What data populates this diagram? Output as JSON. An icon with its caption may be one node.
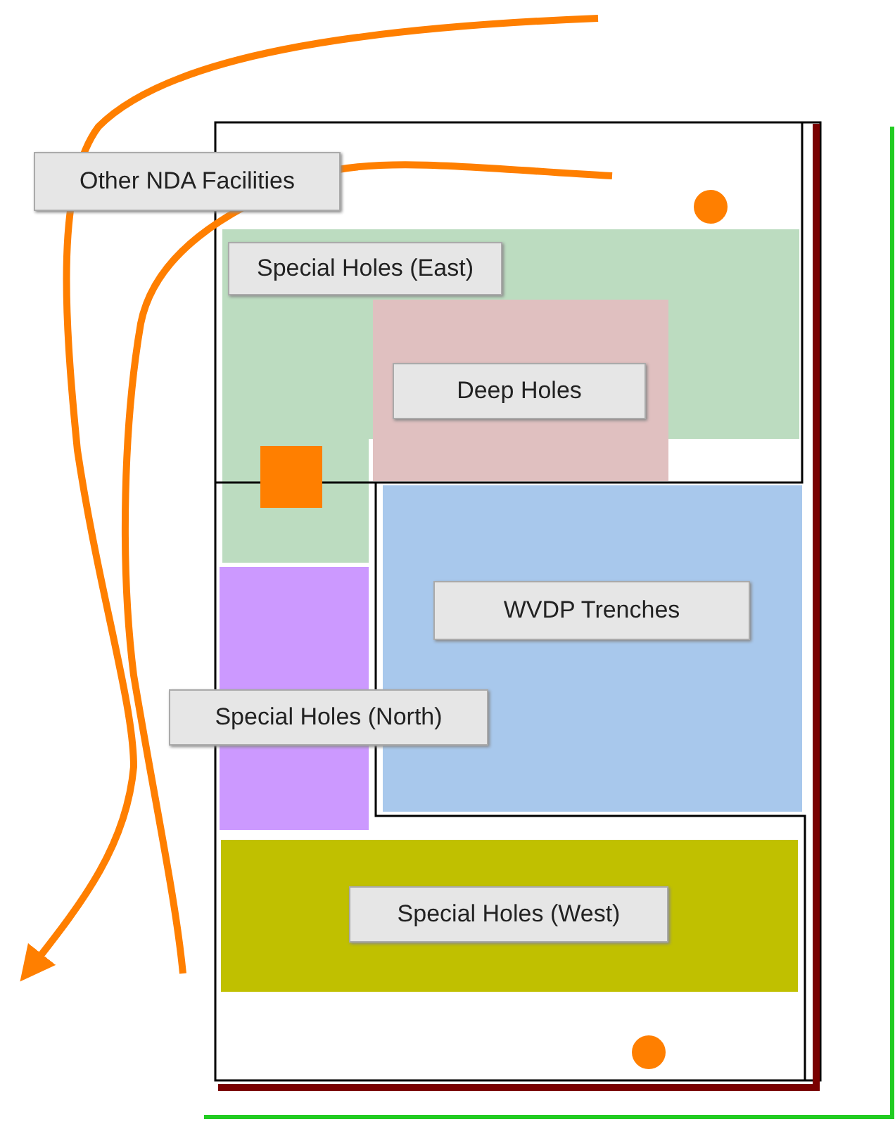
{
  "diagram": {
    "nodes": [
      {
        "text": [
          "Other NDA Facilities"
        ]
      },
      {
        "text": [
          "Special Holes (East)"
        ]
      },
      {
        "text": [
          "Deep Holes"
        ]
      },
      {
        "text": [
          "WVDP Trenches"
        ]
      },
      {
        "text": [
          "Special Holes (North)"
        ]
      },
      {
        "text": [
          "Special Holes (West)"
        ]
      }
    ]
  }
}
